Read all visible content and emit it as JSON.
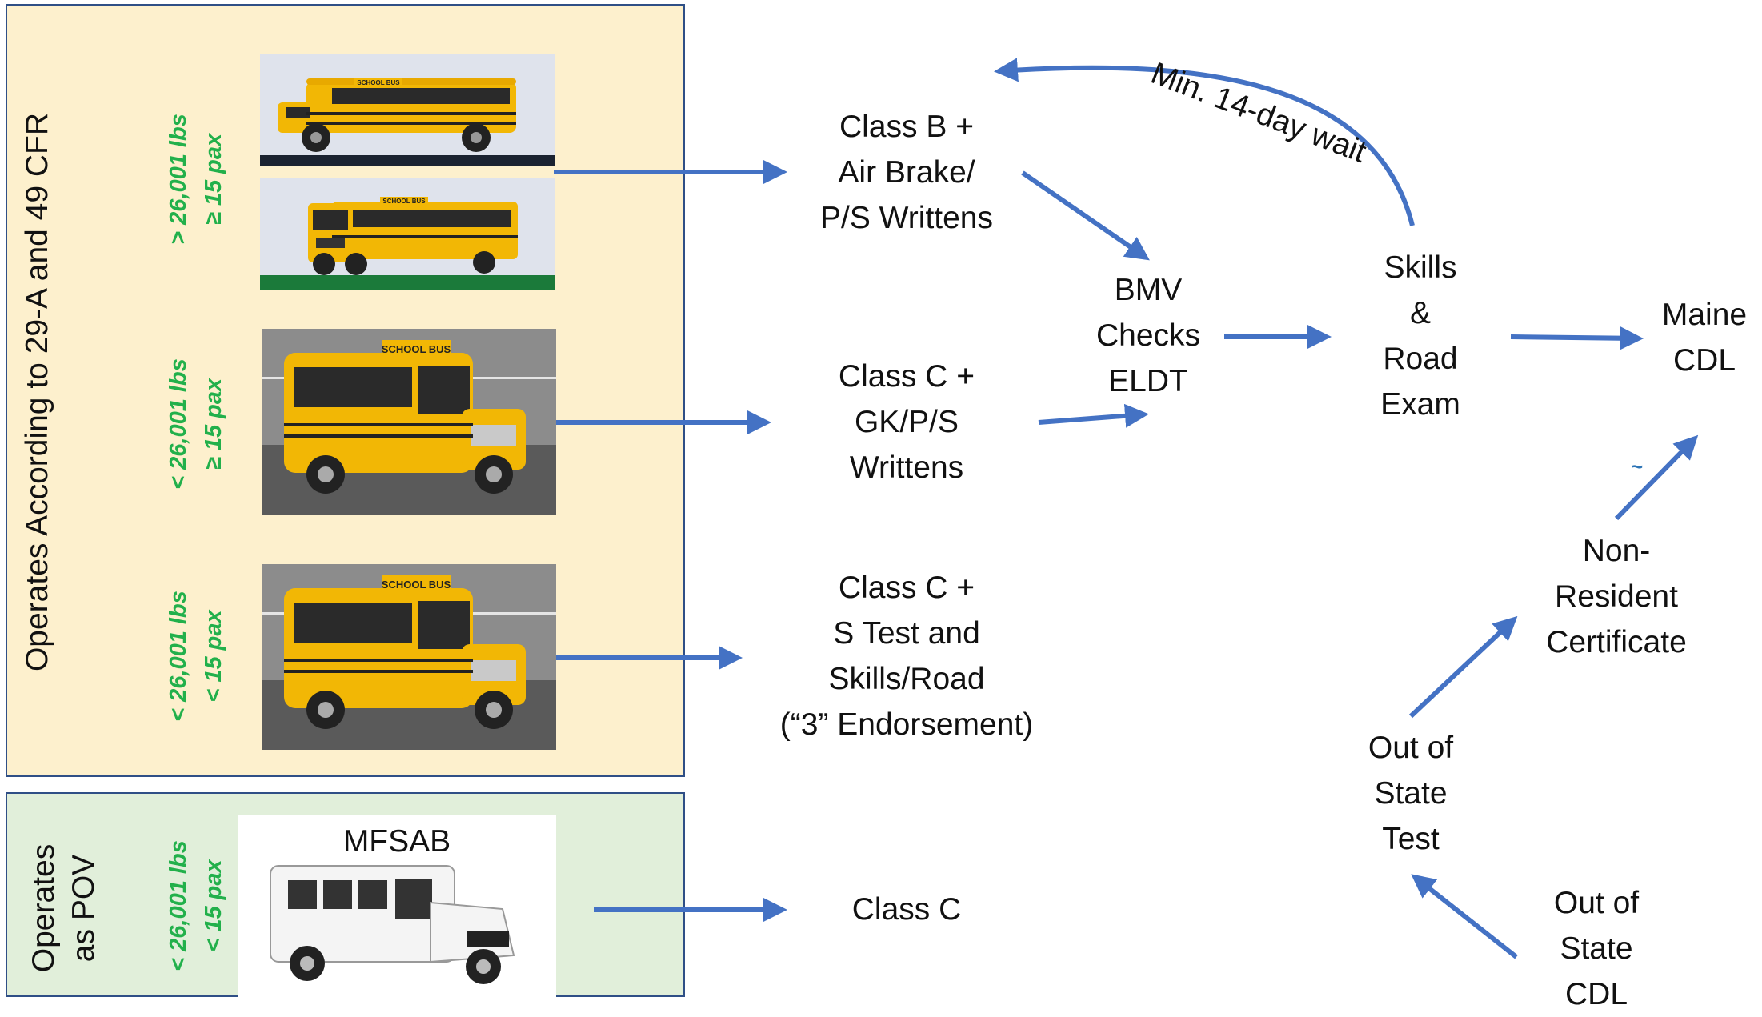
{
  "panels": {
    "cfr_label": "Operates According to 29-A and 49 CFR",
    "pov_label_line1": "Operates",
    "pov_label_line2": "as POV"
  },
  "vehicle_rows": [
    {
      "weight": "> 26,001 lbs",
      "pax": "≥ 15 pax",
      "bus_text": "SCHOOL BUS"
    },
    {
      "weight": "< 26,001 lbs",
      "pax": "≥ 15 pax",
      "bus_text": "SCHOOL BUS"
    },
    {
      "weight": "< 26,001 lbs",
      "pax": "< 15 pax",
      "bus_text": "SCHOOL BUS"
    },
    {
      "weight": "< 26,001 lbs",
      "pax": "< 15 pax",
      "image_label": "MFSAB"
    }
  ],
  "nodes": {
    "class_b": [
      "Class B +",
      "Air Brake/",
      "P/S Writtens"
    ],
    "class_c_gk": [
      "Class C +",
      "GK/P/S",
      "Writtens"
    ],
    "class_c_s": [
      "Class C +",
      "S Test and",
      "Skills/Road",
      "(“3” Endorsement)"
    ],
    "class_c": [
      "Class C"
    ],
    "bmv": [
      "BMV",
      "Checks",
      "ELDT"
    ],
    "skills": [
      "Skills",
      "&",
      "Road",
      "Exam"
    ],
    "maine_cdl": [
      "Maine",
      "CDL"
    ],
    "non_resident": [
      "Non-",
      "Resident",
      "Certificate"
    ],
    "out_of_state_test": [
      "Out of",
      "State",
      "Test"
    ],
    "out_of_state_cdl": [
      "Out of",
      "State",
      "CDL"
    ]
  },
  "wait_label": "Min. 14-day wait",
  "colors": {
    "arrow": "#4472c4",
    "border": "#2f4f86",
    "cfr_fill": "#fdf0cd",
    "pov_fill": "#e1efda",
    "green_text": "#22b04b",
    "bus_yellow": "#f2b705"
  }
}
